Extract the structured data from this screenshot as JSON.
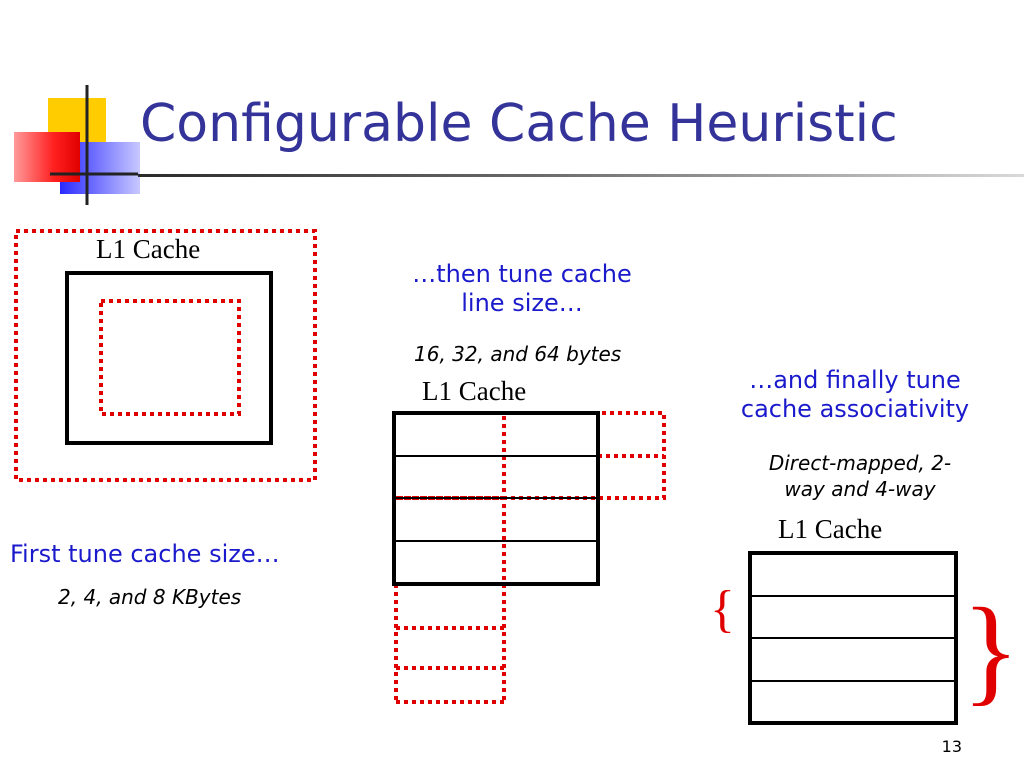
{
  "slide": {
    "title": "Configurable Cache Heuristic",
    "page_number": "13"
  },
  "panel_size": {
    "cache_label": "L1 Cache",
    "heading": "First tune cache size…",
    "options": "2, 4, and 8 KBytes"
  },
  "panel_line": {
    "heading_line1": "…then tune cache",
    "heading_line2": "line size…",
    "options": "16, 32, and 64 bytes",
    "cache_label": "L1 Cache"
  },
  "panel_assoc": {
    "heading_line1": "…and finally tune",
    "heading_line2": "cache associativity",
    "options_line1": "Direct-mapped, 2-",
    "options_line2": "way and 4-way",
    "cache_label": "L1 Cache",
    "small_brace": "{",
    "large_brace": "}"
  },
  "colors": {
    "title": "#333399",
    "text_blue": "#1a1acc",
    "dotted_red": "#e00000",
    "brace_red": "#e00000"
  }
}
